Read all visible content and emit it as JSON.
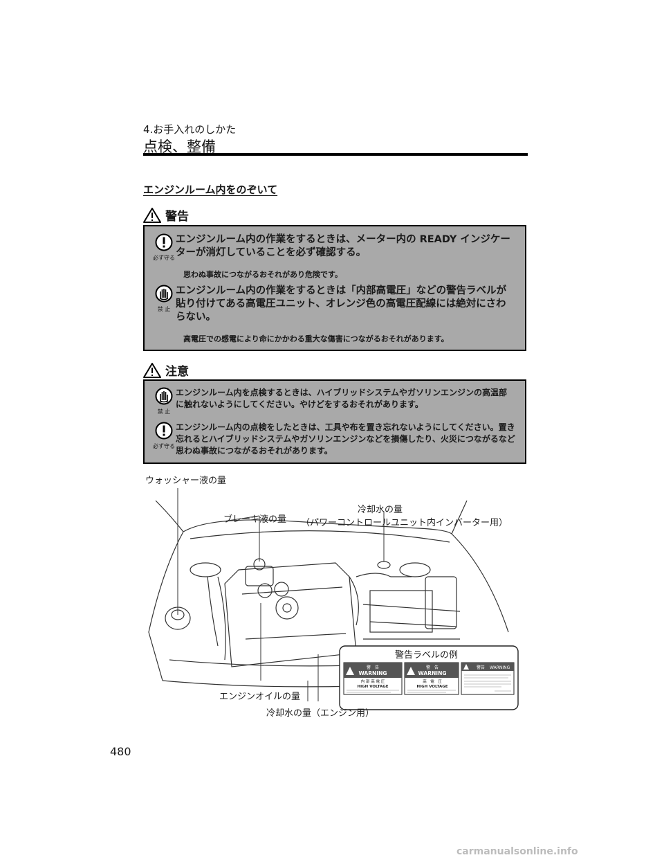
{
  "header": {
    "section_small": "4.お手入れのしかた",
    "section_big": "点検、整備"
  },
  "subtitle": "エンジンルーム内をのぞいて",
  "warning": {
    "heading": "警告",
    "items": [
      {
        "icon_caption": "必ず守る",
        "icon": "mandatory-exclamation-icon",
        "text": "エンジンルーム内の作業をするときは、メーター内の READY インジケーターが消灯していることを必ず確認する。",
        "note": "思わぬ事故につながるおそれがあり危険です。"
      },
      {
        "icon_caption": "禁 止",
        "icon": "prohibited-hand-icon",
        "text": "エンジンルーム内の作業をするときは「内部高電圧」などの警告ラベルが貼り付けてある高電圧ユニット、オレンジ色の高電圧配線には絶対にさわらない。",
        "note": "高電圧での感電により命にかかわる重大な傷害につながるおそれがあります。"
      }
    ]
  },
  "caution": {
    "heading": "注意",
    "items": [
      {
        "icon_caption": "禁 止",
        "icon": "prohibited-hand-icon",
        "text": "エンジンルーム内を点検するときは、ハイブリッドシステムやガソリンエンジンの高温部に触れないようにしてください。やけどをするおそれがあります。"
      },
      {
        "icon_caption": "必ず守る",
        "icon": "mandatory-exclamation-icon",
        "text": "エンジンルーム内の点検をしたときは、工具や布を置き忘れないようにしてください。置き忘れるとハイブリッドシステムやガソリンエンジンなどを損傷したり、火災につながるなど思わぬ事故につながるおそれがあります。"
      }
    ]
  },
  "diagram": {
    "labels": {
      "washer": "ウォッシャー液の量",
      "brake": "ブレーキ液の量",
      "coolant_inverter_1": "冷却水の量",
      "coolant_inverter_2": "（パワーコントロールユニット内インバーター用）",
      "warning_label_example": "警告ラベルの例",
      "engine_oil": "エンジンオイルの量",
      "coolant_engine": "冷却水の量（エンジン用）"
    },
    "warning_labels": [
      {
        "kanji": "警　告",
        "warning": "WARNING",
        "sub": "内 部 高 電 圧",
        "hv": "HIGH  VOLTAGE"
      },
      {
        "kanji": "警　告",
        "warning": "WARNING",
        "sub": "高　電　圧",
        "hv": "HIGH  VOLTAGE"
      },
      {
        "kanji": "警告",
        "warning": "WARNING",
        "sub": "",
        "hv": ""
      }
    ]
  },
  "page_number": "480",
  "watermark": "carmanualsonline.info"
}
